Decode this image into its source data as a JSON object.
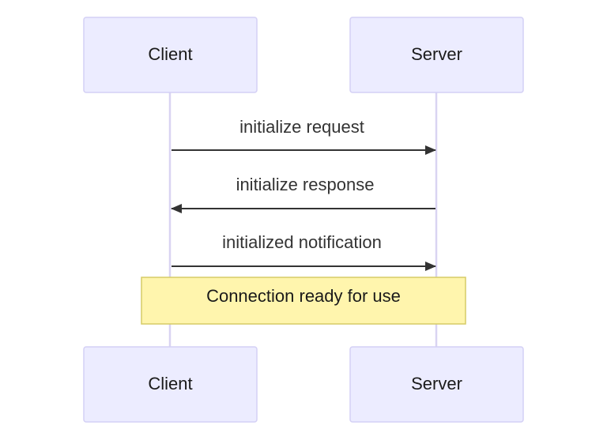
{
  "actors": {
    "client": "Client",
    "server": "Server"
  },
  "messages": [
    {
      "from": "client",
      "to": "server",
      "label": "initialize request"
    },
    {
      "from": "server",
      "to": "client",
      "label": "initialize response"
    },
    {
      "from": "client",
      "to": "server",
      "label": "initialized notification"
    }
  ],
  "note": {
    "label": "Connection ready for use",
    "over": [
      "client",
      "server"
    ]
  },
  "colors": {
    "actor_fill": "#ececff",
    "actor_border": "#d4d0f5",
    "lifeline": "#d9d4f2",
    "arrow": "#333333",
    "note_fill": "#fff5ad",
    "note_border": "#d6cc66"
  }
}
